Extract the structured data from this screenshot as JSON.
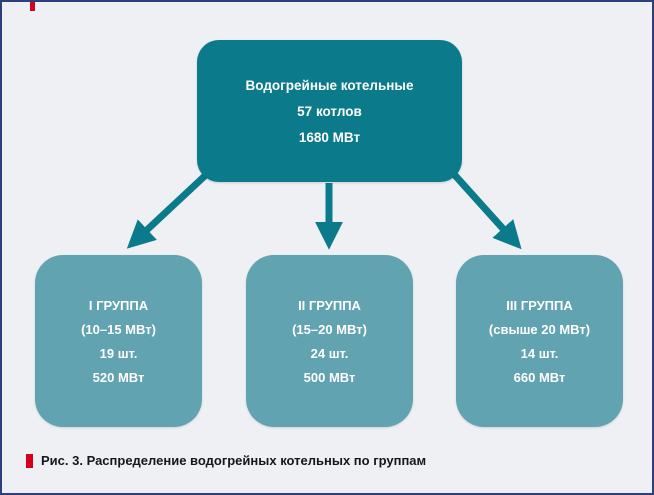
{
  "diagram": {
    "root": {
      "line1": "Водогрейные котельные",
      "line2": "57 котлов",
      "line3": "1680 МВт"
    },
    "groups": [
      {
        "title": "I ГРУППА",
        "range": "(10–15 МВт)",
        "count": "19 шт.",
        "power": "520 МВт"
      },
      {
        "title": "II ГРУППА",
        "range": "(15–20 МВт)",
        "count": "24 шт.",
        "power": "500 МВт"
      },
      {
        "title": "III ГРУППА",
        "range": "(свыше 20 МВт)",
        "count": "14 шт.",
        "power": "660 МВт"
      }
    ],
    "caption": "Рис. 3. Распределение водогрейных котельных по группам",
    "colors": {
      "root_box": "#0b7b8b",
      "group_box": "#61a3b1",
      "arrow": "#0b7b8b",
      "caption_marker": "#d6001c",
      "background": "#eef0f3",
      "border": "#2e3f7f"
    }
  }
}
